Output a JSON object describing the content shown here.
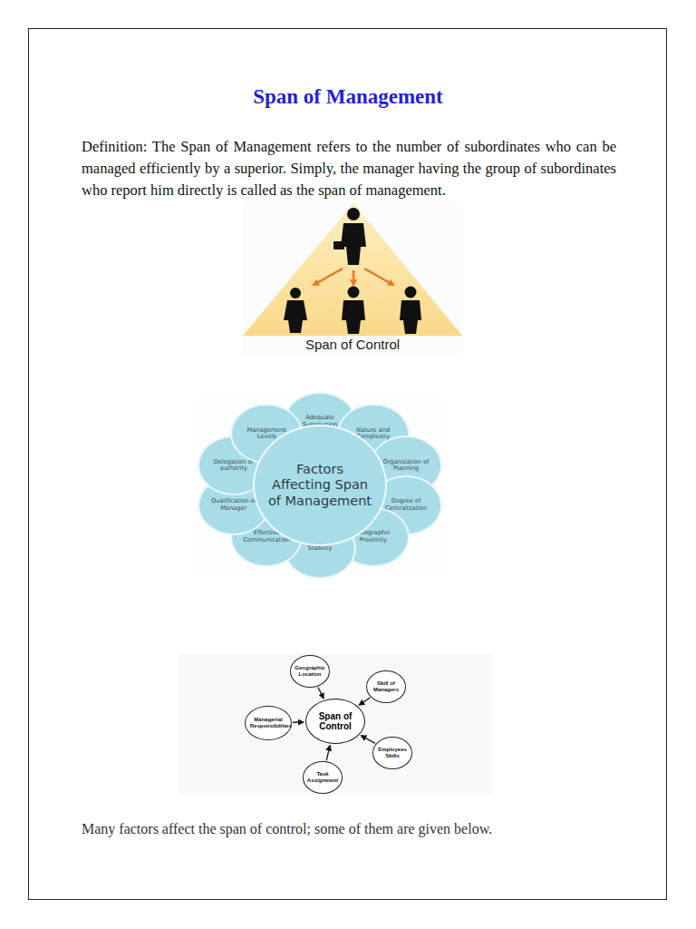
{
  "diagram": {
    "title": "Span of Management",
    "nodes": [
      {
        "text": [
          "Factors Affecting Span of Management"
        ]
      },
      {
        "text": [
          "Adequate Supervision"
        ]
      },
      {
        "text": [
          "Nature and Complexity"
        ]
      },
      {
        "text": [
          "Organization of Planning"
        ]
      },
      {
        "text": [
          "Degree of Centralization"
        ]
      },
      {
        "text": [
          "Geographic Proximity"
        ]
      },
      {
        "text": [
          "Stability"
        ]
      },
      {
        "text": [
          "Effective Communication"
        ]
      },
      {
        "text": [
          "Qualification of Manager"
        ]
      },
      {
        "text": [
          "Delegation of authority"
        ]
      },
      {
        "text": [
          "Management Levels"
        ]
      },
      {
        "text": [
          "Span of Control"
        ]
      },
      {
        "text": [
          "Geographic Location"
        ]
      },
      {
        "text": [
          "Skill of Managers"
        ]
      },
      {
        "text": [
          "Employees Skills"
        ]
      },
      {
        "text": [
          "Task Assignment"
        ]
      },
      {
        "text": [
          "Managerial Responsibilities"
        ]
      }
    ],
    "edges": [
      {
        "from": 12,
        "to": 11,
        "arrow": "to"
      },
      {
        "from": 13,
        "to": 11,
        "arrow": "to"
      },
      {
        "from": 14,
        "to": 11,
        "arrow": "to"
      },
      {
        "from": 15,
        "to": 11,
        "arrow": "to"
      },
      {
        "from": 16,
        "to": 11,
        "arrow": "to"
      }
    ],
    "labels": [
      "Definition: The Span of Management refers to the number of subordinates who can be managed efficiently by a superior. Simply, the manager having the group of subordinates who report him directly is called as the span of management.",
      "Span of Control",
      "Many factors affect the span of control; some of them are given below."
    ]
  }
}
